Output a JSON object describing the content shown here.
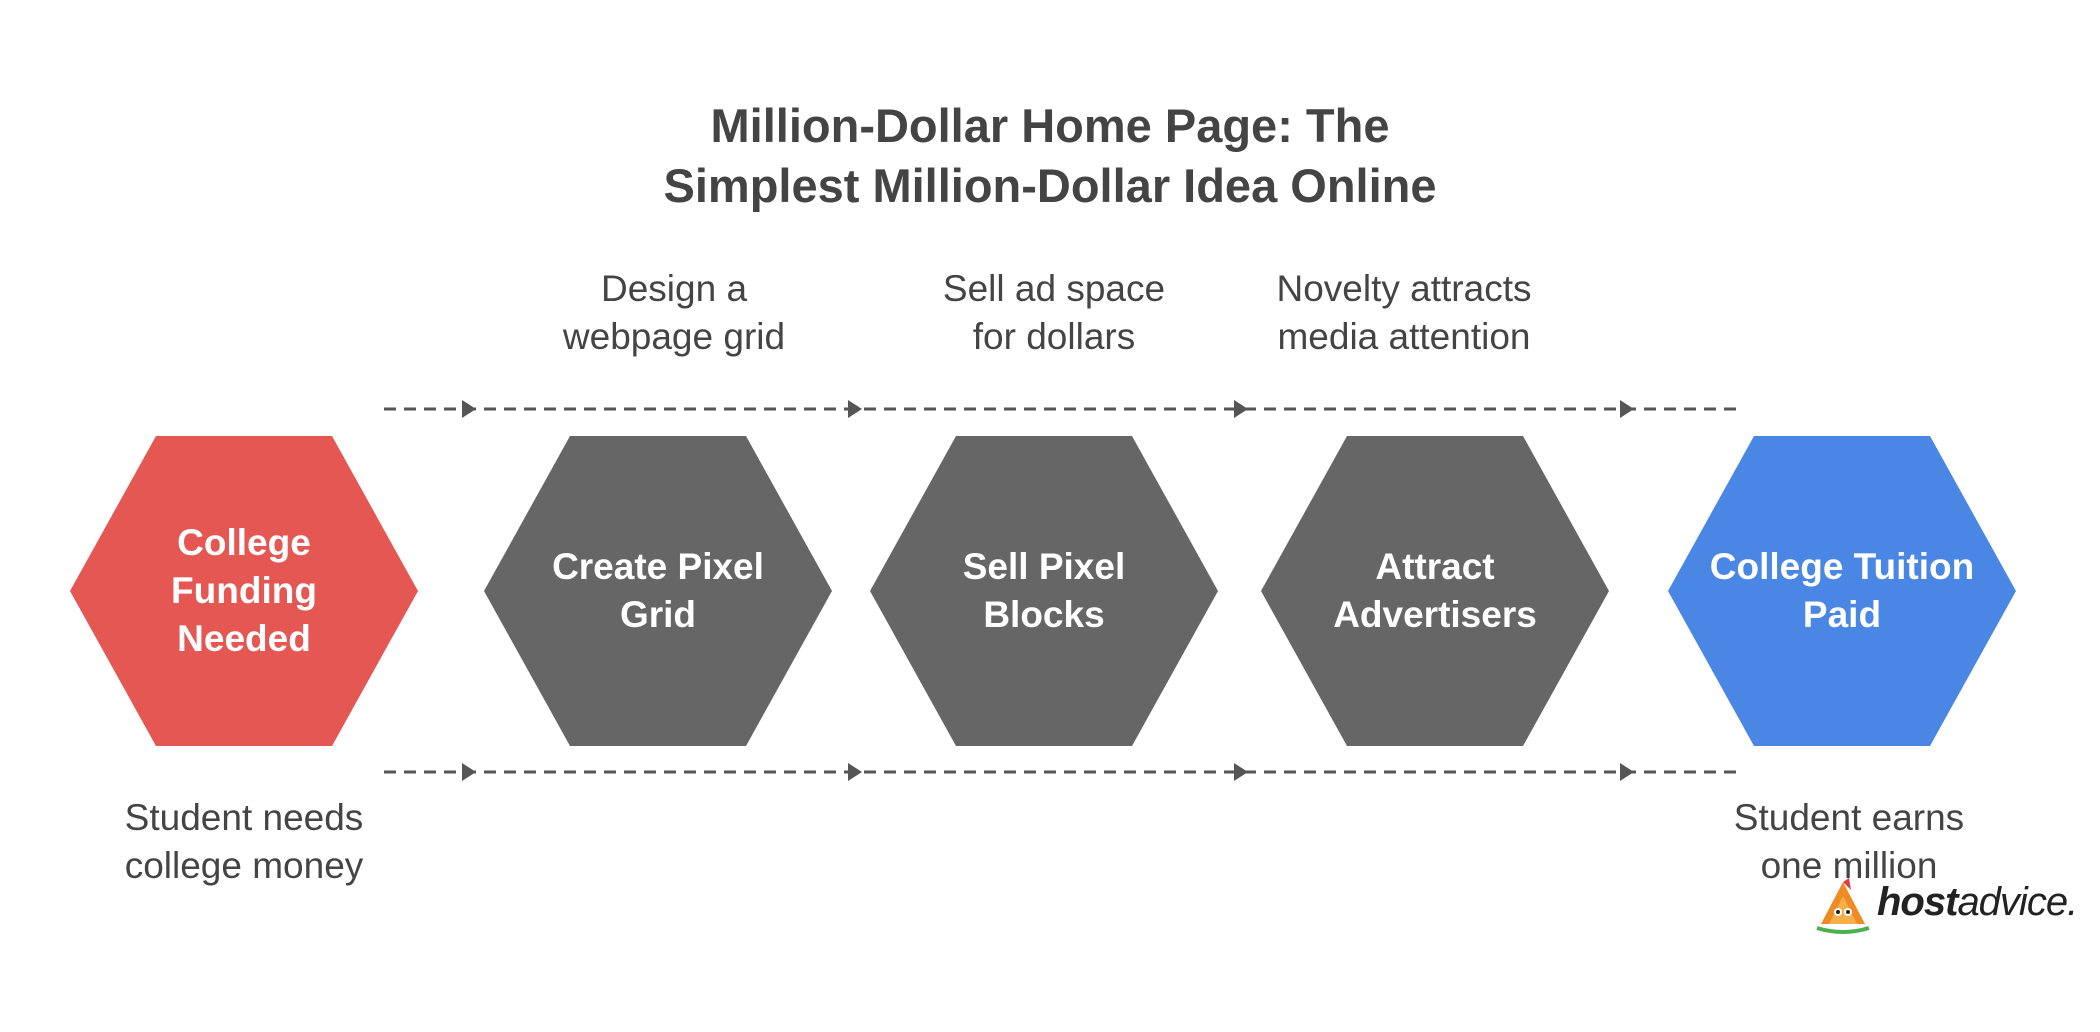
{
  "title": {
    "line1": "Million-Dollar Home Page: The",
    "line2": "Simplest Million-Dollar Idea Online"
  },
  "steps": [
    {
      "label_lines": [
        "College",
        "Funding",
        "Needed"
      ],
      "color": "#E45753",
      "caption_below": [
        "Student needs",
        "college money"
      ]
    },
    {
      "label_lines": [
        "Create Pixel",
        "Grid"
      ],
      "color": "#666666",
      "caption_above": [
        "Design a",
        "webpage grid"
      ]
    },
    {
      "label_lines": [
        "Sell Pixel",
        "Blocks"
      ],
      "color": "#666666",
      "caption_above": [
        "Sell ad space",
        "for dollars"
      ]
    },
    {
      "label_lines": [
        "Attract",
        "Advertisers"
      ],
      "color": "#666666",
      "caption_above": [
        "Novelty attracts",
        "media attention"
      ]
    },
    {
      "label_lines": [
        "College Tuition",
        "Paid"
      ],
      "color": "#4A86E4",
      "caption_below": [
        "Student earns",
        "one million"
      ]
    }
  ],
  "connector_color": "#555555",
  "logo": {
    "brand_bold": "host",
    "brand_light": "advice."
  }
}
